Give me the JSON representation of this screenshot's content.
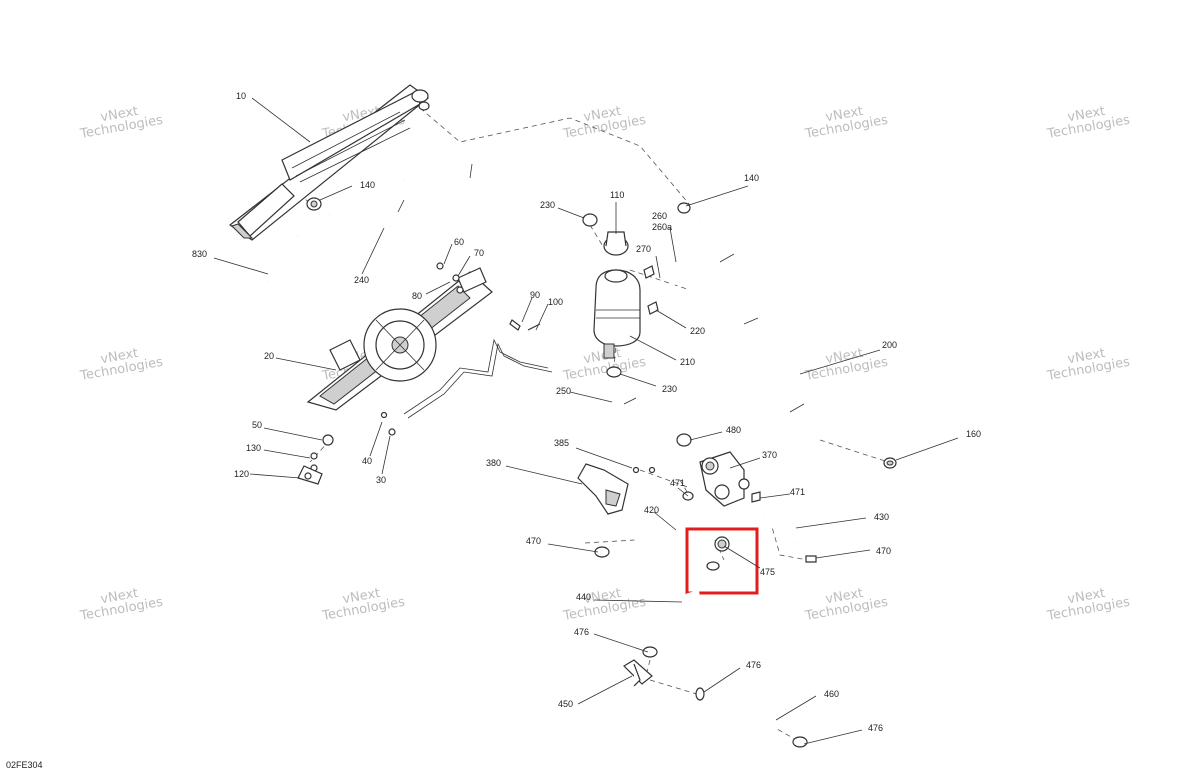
{
  "watermark": {
    "line1": "vNext",
    "line2": "Technologies",
    "small": "vNext Technologies"
  },
  "callouts": {
    "c10": "10",
    "c140a": "140",
    "c140b": "140",
    "c830": "830",
    "c240": "240",
    "c60": "60",
    "c70": "70",
    "c80": "80",
    "c90": "90",
    "c100": "100",
    "c20": "20",
    "c50": "50",
    "c130": "130",
    "c120": "120",
    "c40": "40",
    "c30": "30",
    "c230a": "230",
    "c110": "110",
    "c260": "260",
    "c260a": "260a",
    "c270": "270",
    "c220": "220",
    "c210": "210",
    "c230b": "230",
    "c250": "250",
    "c200": "200",
    "c480": "480",
    "c160": "160",
    "c385": "385",
    "c380": "380",
    "c370": "370",
    "c471a": "471",
    "c471b": "471",
    "c420": "420",
    "c430": "430",
    "c470a": "470",
    "c470b": "470",
    "c475": "475",
    "c440": "440",
    "c476a": "476",
    "c476b": "476",
    "c476c": "476",
    "c450": "450",
    "c460": "460"
  },
  "highlight": {
    "color": "#e11d1d",
    "part": "475"
  },
  "footer": {
    "code": "02FE304"
  }
}
